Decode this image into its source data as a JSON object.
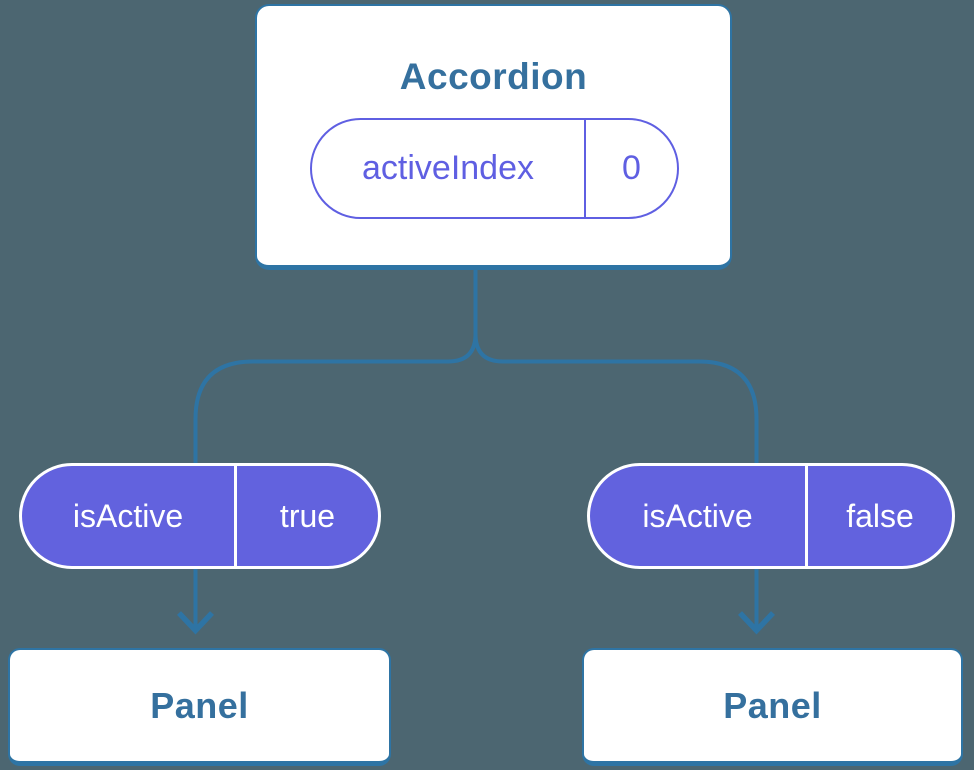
{
  "tree": {
    "root": {
      "label": "Accordion",
      "state_name": "activeIndex",
      "state_value": "0"
    },
    "edges": [
      {
        "prop_name": "isActive",
        "prop_value": "true"
      },
      {
        "prop_name": "isActive",
        "prop_value": "false"
      }
    ],
    "leaves": [
      {
        "label": "Panel"
      },
      {
        "label": "Panel"
      }
    ]
  },
  "icons": {
    "arrow_down": "connector arrowhead pointing down"
  },
  "colors": {
    "background": "#4c6671",
    "connector_blue": "#2e74a4",
    "component_text_blue": "#35709e",
    "state_purple": "#5f5fe2",
    "prop_fill_purple": "#6262de",
    "card_white": "#ffffff"
  }
}
